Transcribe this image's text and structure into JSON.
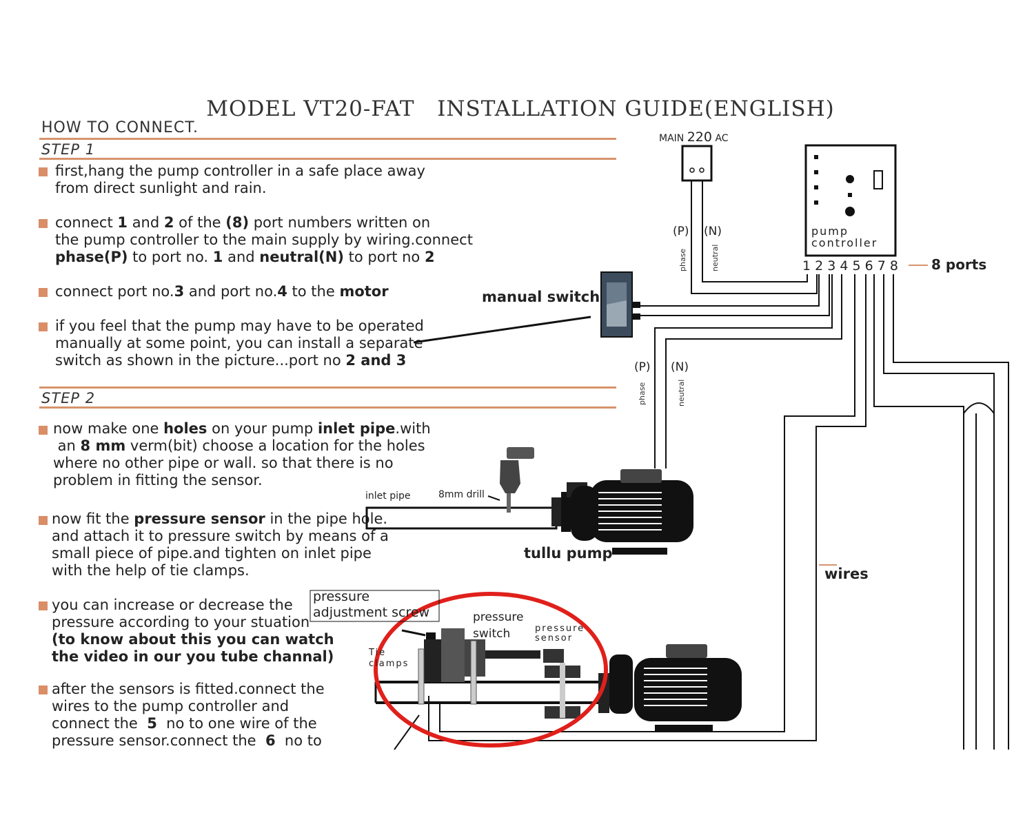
{
  "title": "MODEL VT20-FAT   INSTALLATION GUIDE(ENGLISH)",
  "how_to": "HOW TO CONNECT.",
  "step1_heading": "STEP 1",
  "step2_heading": "STEP 2",
  "step1": [
    [
      {
        "t": "first,hang the pump controller in a safe place away\nfrom direct sunlight and rain."
      }
    ],
    [
      {
        "t": "connect "
      },
      {
        "t": "1",
        "b": true
      },
      {
        "t": " and "
      },
      {
        "t": "2",
        "b": true
      },
      {
        "t": " of the "
      },
      {
        "t": "(8)",
        "b": true
      },
      {
        "t": " port numbers written on\nthe pump controller to the main supply by wiring.connect\n"
      },
      {
        "t": "phase(P)",
        "b": true
      },
      {
        "t": " to port no. "
      },
      {
        "t": "1",
        "b": true
      },
      {
        "t": " and "
      },
      {
        "t": "neutral(N)",
        "b": true
      },
      {
        "t": " to port no "
      },
      {
        "t": "2",
        "b": true
      }
    ],
    [
      {
        "t": "connect port no."
      },
      {
        "t": "3",
        "b": true
      },
      {
        "t": " and port no."
      },
      {
        "t": "4",
        "b": true
      },
      {
        "t": " to the "
      },
      {
        "t": "motor",
        "b": true
      }
    ],
    [
      {
        "t": "if you feel that the pump may have to be operated\nmanually at some point, you can install a separate\nswitch as shown in the picture...port no "
      },
      {
        "t": "2 and 3",
        "b": true
      }
    ]
  ],
  "step2": [
    [
      {
        "t": "now make one "
      },
      {
        "t": "holes",
        "b": true
      },
      {
        "t": " on your pump "
      },
      {
        "t": "inlet pipe",
        "b": true
      },
      {
        "t": ".with\n an "
      },
      {
        "t": "8 mm",
        "b": true
      },
      {
        "t": " verm(bit) choose a location for the holes\nwhere no other pipe or wall. so that there is no\nproblem in fitting the sensor."
      }
    ],
    [
      {
        "t": "now fit the "
      },
      {
        "t": "pressure sensor",
        "b": true
      },
      {
        "t": " in the pipe hole.\nand attach it to pressure switch by means of a\nsmall piece of pipe.and tighten on inlet pipe\nwith the help of tie clamps."
      }
    ],
    [
      {
        "t": "you can increase or decrease the\npressure according to your stuation\n"
      },
      {
        "t": "(to know about this you can watch\nthe video in our you tube channal)",
        "b": true
      }
    ],
    [
      {
        "t": "after the sensors is fitted.connect the\nwires to the pump controller and\nconnect the  "
      },
      {
        "t": "5",
        "b": true
      },
      {
        "t": "  no to one wire of the\npressure sensor.connect the  "
      },
      {
        "t": "6",
        "b": true
      },
      {
        "t": "  no to"
      }
    ]
  ],
  "labels": {
    "main": "MAIN",
    "main_value": "220",
    "main_unit": "AC",
    "phase_p": "(P)",
    "neutral_n": "(N)",
    "phase": "phase",
    "neutral": "neutral",
    "pump_controller": "pump\ncontroller",
    "ports": "1 2 3 4 5 6 7 8",
    "eight_ports": "8 ports",
    "manual_switch": "manual switch",
    "inlet_pipe": "inlet pipe",
    "drill": "8mm drill",
    "tullu_pump": "tullu pump",
    "wires": "wires",
    "pressure_adjustment": "pressure\nadjustment screw",
    "pressure_switch": "pressure\nswitch",
    "pressure_sensor": "pressure\nsensor",
    "tie_clamps": "Tie\nclamps"
  },
  "colors": {
    "accent": "#d7936b",
    "bullet": "#d98e67",
    "highlight": "#e0201b"
  }
}
